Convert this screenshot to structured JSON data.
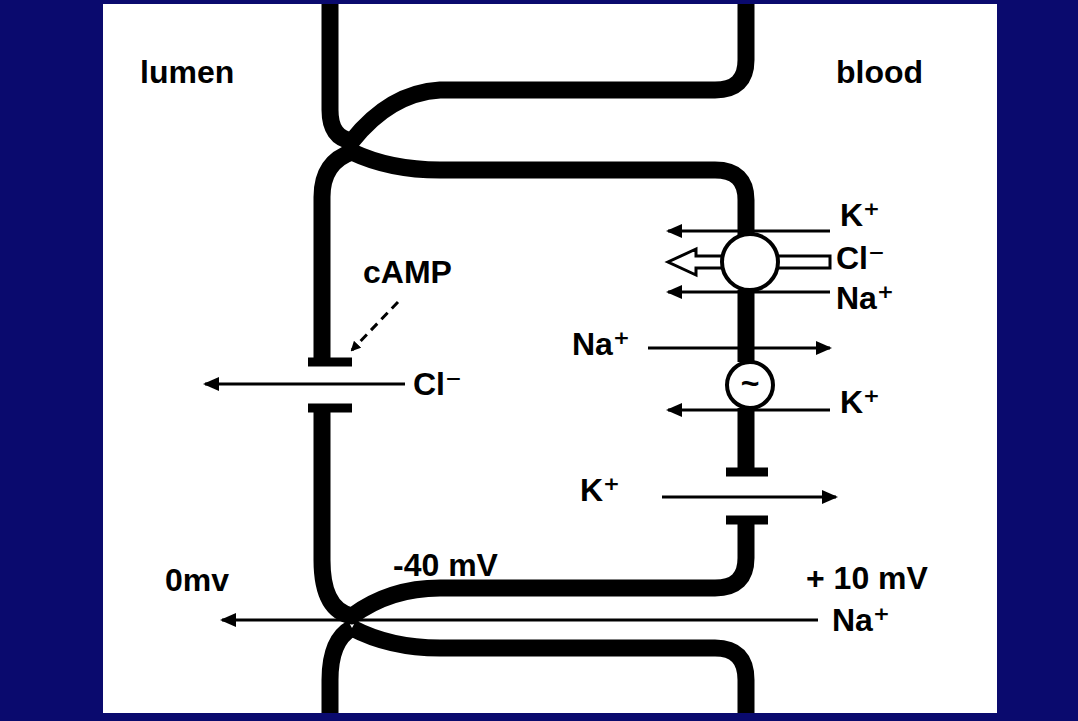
{
  "diagram": {
    "labels": [
      "lumen",
      "blood",
      "K⁺",
      "Cl⁻",
      "cAMP",
      "Na⁺",
      "Na⁺",
      "Cl⁻",
      "~",
      "K⁺",
      "K⁺",
      "0mv",
      "-40 mV",
      "+ 10 mV",
      "Na⁺"
    ]
  }
}
